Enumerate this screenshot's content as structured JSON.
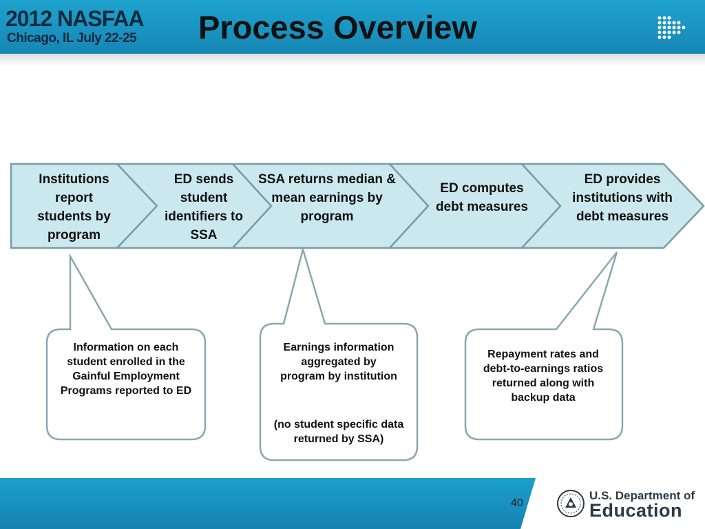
{
  "header": {
    "logo_line1": "2012 NASFAA",
    "logo_line2": "Chicago, IL  July 22-25",
    "title": "Process Overview"
  },
  "steps": [
    {
      "text": "Institutions report students by program"
    },
    {
      "text": "ED sends student identifiers to SSA"
    },
    {
      "text": "SSA returns median & mean earnings by program"
    },
    {
      "text": "ED computes debt measures"
    },
    {
      "text": "ED provides institutions with debt measures"
    }
  ],
  "callouts": [
    {
      "text": "Information on each student enrolled in the Gainful Employment Programs reported to ED"
    },
    {
      "text": "Earnings information aggregated by program by institution",
      "subtext": "(no student specific data returned by SSA)"
    },
    {
      "text": "Repayment rates and debt-to-earnings ratios returned along with backup data"
    }
  ],
  "footer": {
    "page_number": "40",
    "dept_line1": "U.S. Department of",
    "dept_line2": "Education"
  },
  "colors": {
    "header": "#1ea3cf",
    "step_fill": "#cbe8ee",
    "step_border": "#7b9ba6",
    "callout_border": "#8aa7b0"
  }
}
